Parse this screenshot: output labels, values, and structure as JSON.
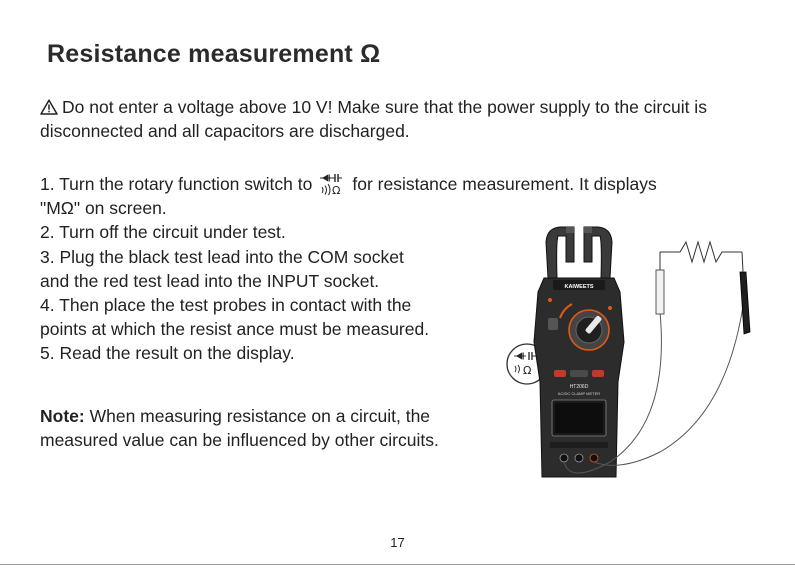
{
  "page": {
    "title": "Resistance measurement Ω",
    "warning": {
      "icon": "warning-triangle-icon",
      "text": "Do not enter a voltage above 10 V! Make sure that the power supply to the circuit is disconnected and all capacitors are discharged."
    },
    "steps": {
      "step1_before": "1. Turn the rotary function switch to",
      "step1_symbol": "diode-continuity-resistance-icon",
      "step1_after": "for resistance measurement. It displays",
      "step1_cont": "\"MΩ\" on screen.",
      "step2": "2. Turn off the circuit under test.",
      "step3_a": "3. Plug the black test lead into the COM socket",
      "step3_b": "and the red test lead into the INPUT socket.",
      "step4_a": "4. Then place the test probes in contact with the",
      "step4_b": "points at which the resist ance must be measured.",
      "step5": "5. Read the result on the display."
    },
    "note": {
      "label": "Note:",
      "text": "When measuring resistance on a circuit, the measured value can be influenced by other circuits."
    },
    "page_number": "17"
  },
  "meter": {
    "brand": "KAIWEETS",
    "model": "HT206D",
    "product": "AC/DC CLAMP METER",
    "body_color": "#2c2c2c",
    "accent_color": "#e05a1a",
    "callout_symbol": "Ω"
  }
}
